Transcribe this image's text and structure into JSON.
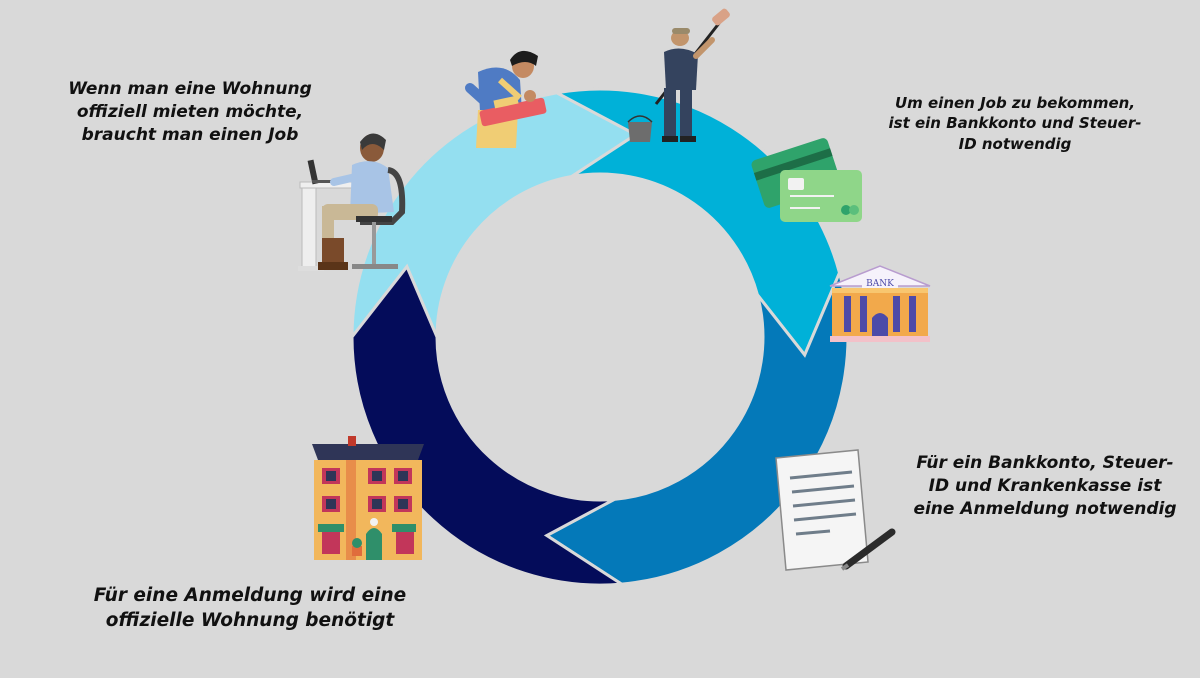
{
  "colors": {
    "background": "#d9d9d9",
    "seg_light": "#94dff0",
    "seg_mid": "#00b1d8",
    "seg_blue": "#0479b9",
    "seg_navy": "#040c5a"
  },
  "captions": {
    "top_left": [
      "Wenn man eine Wohnung",
      "offiziell mieten möchte,",
      "braucht man einen Job"
    ],
    "top_right": [
      "Um einen Job zu bekommen,",
      "ist ein Bankkonto und Steuer-",
      "ID notwendig"
    ],
    "bottom_right": [
      "Für ein Bankkonto, Steuer-",
      "ID und Krankenkasse ist",
      "eine Anmeldung notwendig"
    ],
    "bottom_left": [
      "Für eine Anmeldung wird eine",
      "offizielle Wohnung benötigt"
    ]
  },
  "icons": {
    "office_worker": "office-worker-illustration",
    "craftsman": "craftsman-illustration",
    "painter": "painter-illustration",
    "cards": "credit-cards-illustration",
    "bank": "bank-building-illustration",
    "document": "document-pen-illustration",
    "house": "apartment-building-illustration"
  },
  "bank_sign": "BANK"
}
